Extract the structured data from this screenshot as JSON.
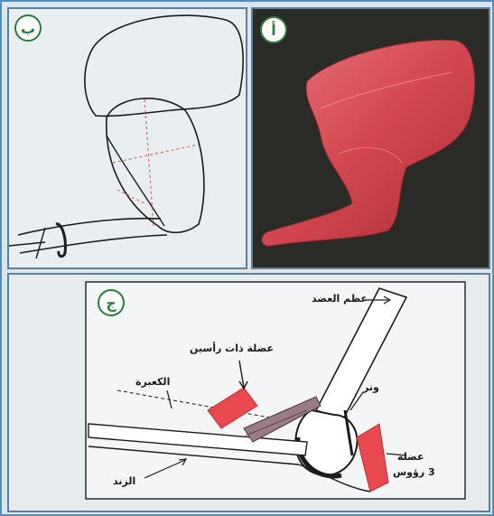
{
  "panels": {
    "b": {
      "badge": "ب"
    },
    "a": {
      "badge": "أ"
    },
    "c": {
      "badge": "ج",
      "labels": {
        "humerus": "عظم العضد",
        "biceps": "عضلة ذات رأسين",
        "radius": "الكعبرة",
        "tendon": "وتر",
        "ulna": "الزند",
        "triceps_line1": "عضلة",
        "triceps_line2": "3 رؤوس"
      }
    }
  },
  "colors": {
    "frame": "#4a8fc9",
    "panel_border": "#5f7f9a",
    "badge": "#2e7d3b",
    "muscle": "#e8494f",
    "photo_bg": "#2a2a26",
    "photo_muscle": "#d9545c"
  }
}
